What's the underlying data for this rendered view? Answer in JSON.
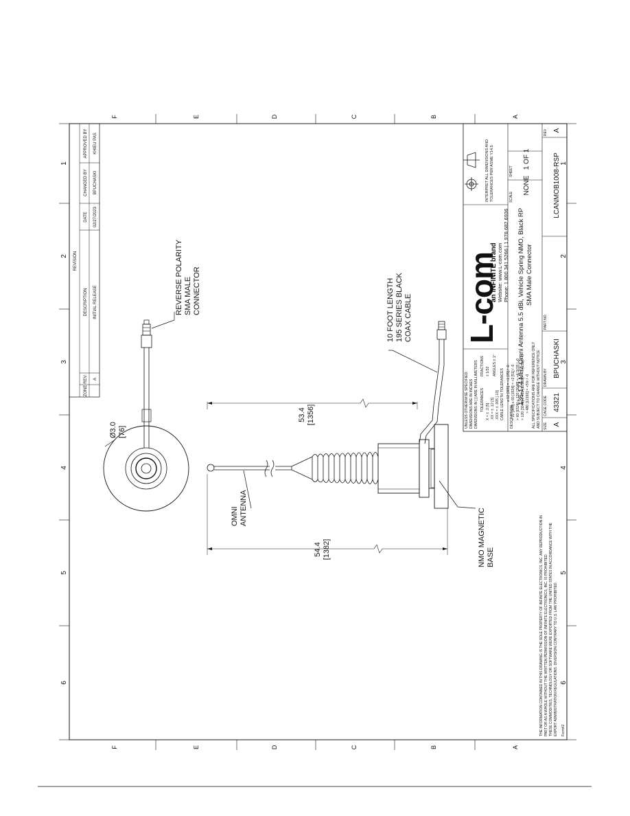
{
  "zones": {
    "numbers": [
      "1",
      "2",
      "3",
      "4",
      "5",
      "6"
    ],
    "letters": [
      "A",
      "B",
      "C",
      "D",
      "E",
      "F"
    ]
  },
  "revision": {
    "heading": "REVISION",
    "headers": {
      "zone": "ZONE",
      "rev": "REV.",
      "description": "DESCRIPTION",
      "date": "DATE",
      "changed_by": "CHANGED BY",
      "approved_by": "APPROVED BY"
    },
    "row": {
      "rev": "A",
      "description": "INITIAL RELEASE",
      "date": "02/27/2023",
      "changed_by": "BPUCHASKI",
      "approved_by": "KHIEU PAS"
    }
  },
  "callouts": {
    "connector": [
      "REVERSE POLARITY",
      "SMA MALE",
      "CONNECTOR"
    ],
    "cable": [
      "10 FOOT LENGTH",
      "195 SERIES BLACK",
      "COAX CABLE"
    ],
    "antenna": [
      "OMNI",
      "ANTENNA"
    ],
    "base": [
      "NMO MAGNETIC",
      "BASE"
    ]
  },
  "dimensions": {
    "diameter": "Ø3.0",
    "diameter_mm": "[76]",
    "cable_len": "53.4",
    "cable_len_mm": "[1356]",
    "overall_len": "54.4",
    "overall_len_mm": "[1382]"
  },
  "tolerances": {
    "notes": [
      "UNLESS OTHERWISE SPECIFIED:",
      "DIMENSIONS ARE IN INCHES",
      "DIMENSIONS IN [ ] ARE IN MILLIMETERS"
    ],
    "heading": "TOLERANCES",
    "left": [
      "X = ± .2   [5]",
      ".XX = ± .12   [3]",
      ".XXX = ± .005   [.13]"
    ],
    "fractions": "FRACTIONS",
    "fraction_value": "± 1/32",
    "angles": "ANGLES ± 1°",
    "cable_heading": "CABLE LENGTH TOLERANCES",
    "cable_rows": [
      "≤ 12 [305] = +1 [25] / -0",
      "> 12 [305] ≤ 60 [1524] = +2 [51] / -0",
      "> 60 [1524] ≤ 120 [3048] = +4 [102] / -0",
      "> 120 [3048] ≤ 480 [12192] = +6 [152] / -0",
      "> 480 [12192] = +5% / -0"
    ],
    "compliance": [
      "ALL SPECIFICATIONS ARE FOR REFERENCE ONLY",
      "AND SUBJECT TO CHANGE WITHOUT NOTICE"
    ]
  },
  "brand": {
    "logo": "L-com",
    "tagline": "an INFINITE brand",
    "website": "Website: www.L-com.com",
    "phone": "Phone: 1.800.341.5266 | 1.978.682.6936"
  },
  "symbols_note": [
    "INTERPRET ALL DIMENSIONS AND",
    "TOLERANCES PER ASME Y14.5"
  ],
  "title_block": {
    "desc_label": "DESCRIPTION",
    "description": [
      "136-174 MHz Omni Antenna 5.5 dBi, Vehicle Spring NMO, Black RP",
      "SMA Male Connector"
    ],
    "scale_label": "SCALE",
    "scale": "NONE",
    "sheet_label": "SHEET",
    "sheet": "1 OF 1",
    "size_label": "SIZE",
    "size": "A",
    "cage_label": "CAGE CODE",
    "cage": "43321",
    "drawn_label": "DRAWN BY",
    "drawn": "BPUCHASKI",
    "partno_label": "PART NO.",
    "partno": "LCANMOB1008-RSP",
    "rev_label": "REV",
    "rev": "A"
  },
  "proprietary": [
    "THE INFORMATION CONTAINED IN THIS DRAWING IS THE SOLE PROPERTY OF INFINITE ELECTRONICS, INC. ANY REPRODUCTION IN",
    "PART OR AS A WHOLE WITHOUT THE WRITTEN PERMISSION OF INFINITE ELECTRONICS, INC. IS PROHIBITED.",
    "THESE COMMODITIES, TECHNOLOGY OR SOFTWARE WERE EXPORTED FROM THE UNITED STATES IN ACCORDANCE WITH THE",
    "EXPORT ADMINISTRATION REGULATIONS. DIVERSION CONTRARY TO U.S. LAW PROHIBITED."
  ],
  "form_no": "Form#2"
}
